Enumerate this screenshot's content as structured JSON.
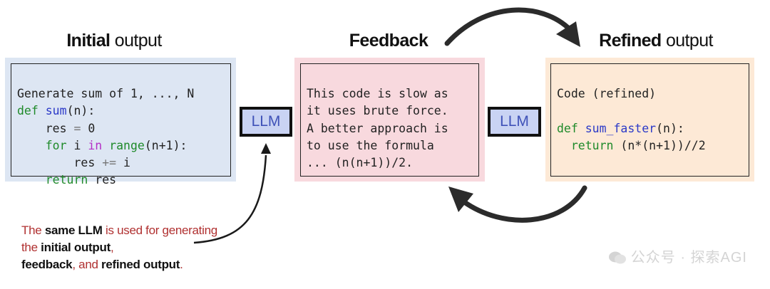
{
  "headings": {
    "initial": {
      "bold": "Initial",
      "rest": "output"
    },
    "feedback": {
      "bold": "Feedback",
      "rest": ""
    },
    "refined": {
      "bold": "Refined",
      "rest": "output"
    }
  },
  "initial_code": {
    "line1": "Generate sum of 1, ..., N",
    "line2": {
      "kw": "def",
      "fn": "sum",
      "rest": "(n):"
    },
    "line3": {
      "indent": "    ",
      "text": "res ",
      "op": "=",
      "val": " 0"
    },
    "line4": {
      "indent": "    ",
      "kw": "for",
      "mid": " i ",
      "inkw": "in",
      "sp": " ",
      "bi": "range",
      "rest": "(n+1):"
    },
    "line5": {
      "indent": "        ",
      "text": "res ",
      "op": "+=",
      "val": " i"
    },
    "line6": {
      "indent": "    ",
      "kw": "return",
      "rest": " res"
    }
  },
  "feedback_text": [
    "This code is slow as",
    "it uses brute force.",
    "A better approach is",
    "to use the formula",
    "... (n(n+1))/2."
  ],
  "refined_code": {
    "line1": "Code (refined)",
    "line3": {
      "kw": "def",
      "fn": "sum_faster",
      "rest": "(n):"
    },
    "line4": {
      "indent": "  ",
      "kw": "return",
      "rest": " (n*(n+1))//2"
    }
  },
  "llm_label_1": "LLM",
  "llm_label_2": "LLM",
  "note": {
    "p1": "The ",
    "b1": "same LLM",
    "p2": " is used for generating the ",
    "b2": "initial output",
    "p3": ",",
    "b3": "feedback",
    "p4": ", and ",
    "b4": "refined output",
    "p5": "."
  },
  "watermark": "公众号 · 探索AGI",
  "colors": {
    "initial_bg": "#dde6f3",
    "feedback_bg": "#f8d9de",
    "refined_bg": "#fde9d6",
    "llm_bg": "#c9d3f3",
    "llm_text": "#3f52b8",
    "keyword": "#1f8a2a",
    "function": "#2b39c8",
    "in_keyword": "#b42ec6",
    "note_text": "#b03030",
    "arrow": "#2b2b2b"
  }
}
